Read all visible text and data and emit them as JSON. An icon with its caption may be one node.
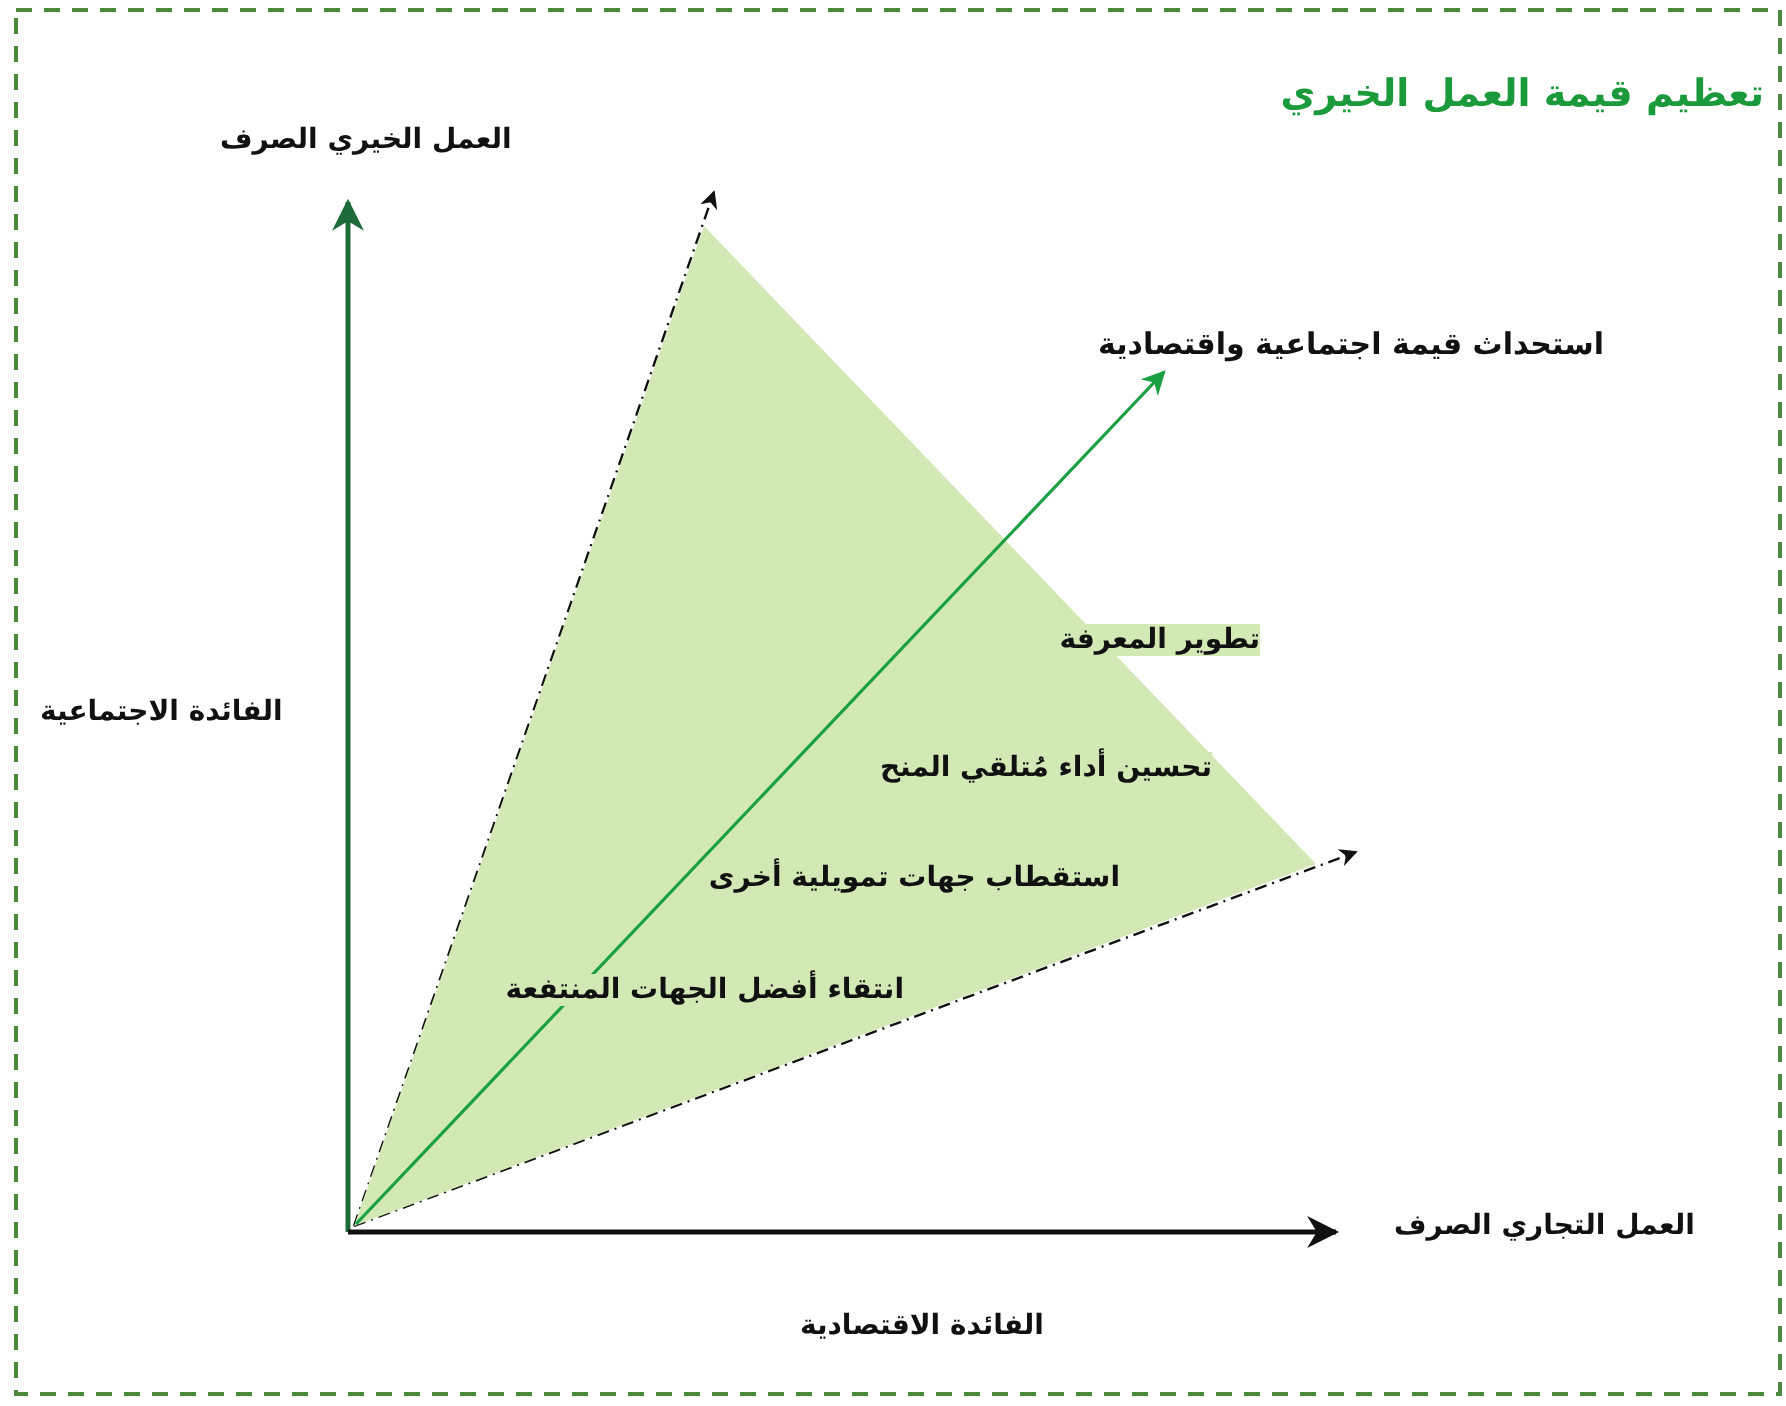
{
  "diagram": {
    "title": "تعظيم قيمة العمل الخيري",
    "nodes": [
      {
        "text": [
          "تطوير المعرفة",
          "تحسين أداء مُتلقي المنح",
          "استقطاب جهات تمويلية أخرى",
          "انتقاء أفضل الجهات المنتفعة"
        ]
      },
      {
        "text": [
          "استحداث قيمة اجتماعية واقتصادية"
        ]
      }
    ],
    "edges": [
      {
        "from": 0,
        "to": 1,
        "arrow": "to",
        "color": "#1aa043"
      }
    ],
    "labels": [
      "العمل الخيري الصرف",
      "الفائدة الاجتماعية",
      "العمل التجاري الصرف",
      "الفائدة الاقتصادية"
    ]
  }
}
